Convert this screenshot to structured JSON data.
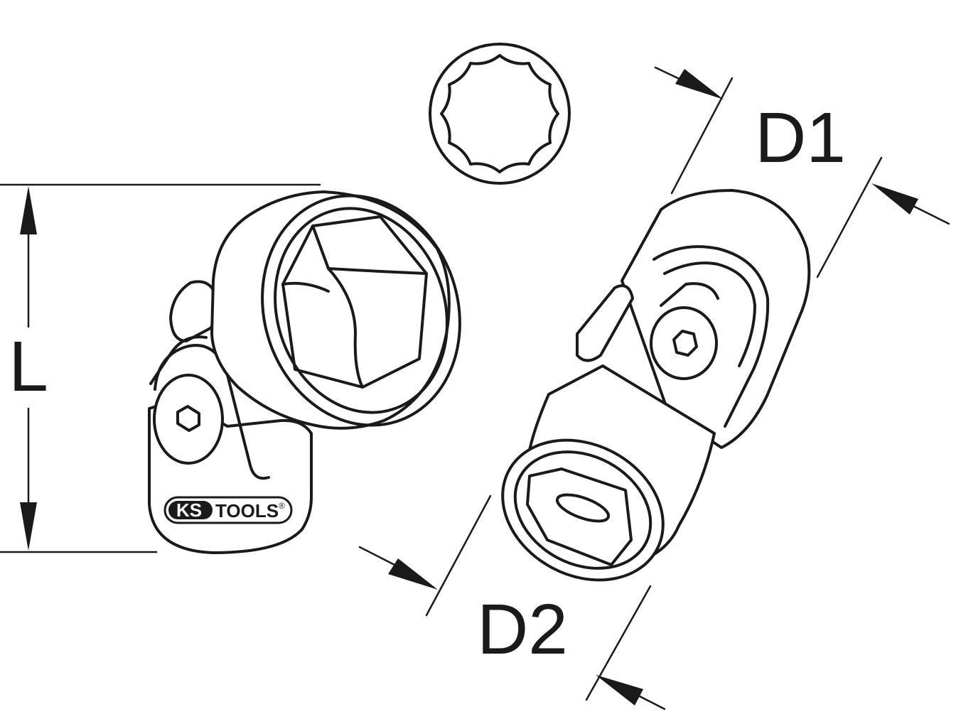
{
  "dimensions": {
    "length_label": "L",
    "d1_label": "D1",
    "d2_label": "D2"
  },
  "logo": {
    "brand_left": "KS",
    "brand_right": "TOOLS",
    "mark": "®"
  },
  "colors": {
    "ink": "#1a1a1a",
    "background": "#ffffff"
  }
}
